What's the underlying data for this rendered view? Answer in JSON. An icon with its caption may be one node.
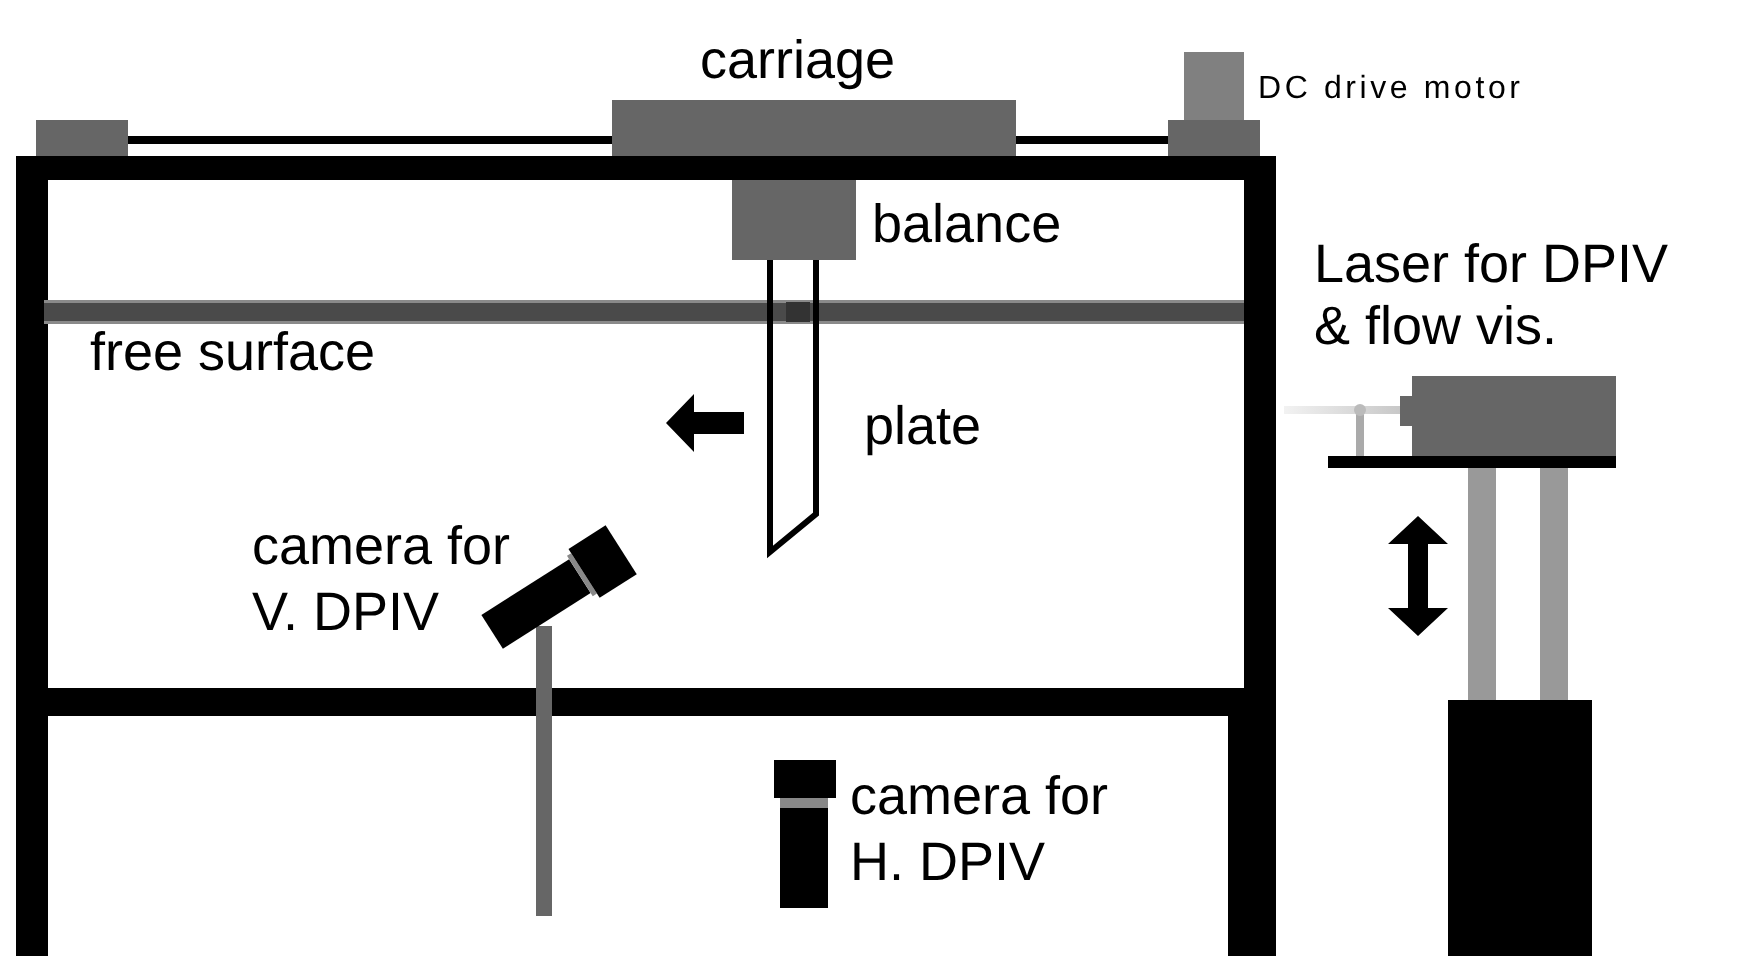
{
  "diagram": {
    "labels": [
      "carriage",
      "DC drive motor",
      "balance",
      "Laser for DPIV & flow vis.",
      "free surface",
      "plate",
      "camera for V. DPIV",
      "camera for H. DPIV"
    ]
  }
}
